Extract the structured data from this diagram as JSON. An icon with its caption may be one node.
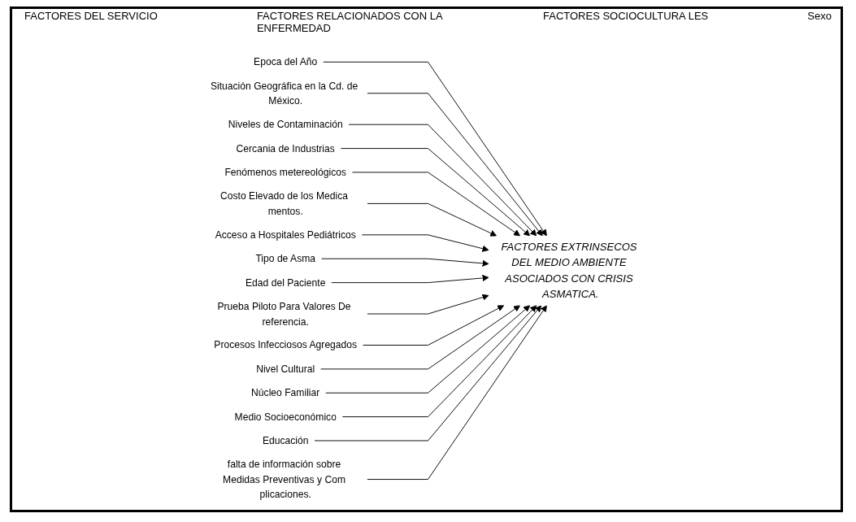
{
  "diagram": {
    "nodes": [
      {
        "text": [
          "Epoca del Año"
        ]
      },
      {
        "text": [
          "Tipo de Asma"
        ]
      },
      {
        "text": [
          "Nivel Cultural"
        ]
      },
      {
        "text": [
          "Situación Geográfica en la Cd. de México."
        ]
      },
      {
        "text": [
          "Edad del Paciente"
        ]
      },
      {
        "text": [
          "Núcleo Familiar"
        ]
      },
      {
        "text": [
          "Niveles de Contaminación"
        ]
      },
      {
        "text": [
          "Medio Socioeconómico"
        ]
      },
      {
        "text": [
          "Cercania de Industrias"
        ]
      },
      {
        "text": [
          "Educación"
        ]
      },
      {
        "text": [
          "FACTORES EXTRINSECOS DEL MEDIO AMBIENTE ASOCIADOS CON CRISIS ASMATICA."
        ]
      },
      {
        "text": [
          "Fenómenos metereológicos"
        ]
      },
      {
        "text": [
          "falta de información sobre Medidas Preventivas y Com plicaciones."
        ]
      },
      {
        "text": [
          "Costo Elevado de los Medica mentos."
        ]
      },
      {
        "text": [
          "Prueba Piloto Para Valores De referencia."
        ]
      },
      {
        "text": [
          "Acceso a Hospitales Pediátricos"
        ]
      },
      {
        "text": [
          "Procesos Infecciosos Agregados"
        ]
      }
    ],
    "edges": [
      {
        "from": 0,
        "to": 10,
        "arrow": "to"
      },
      {
        "from": 3,
        "to": 10,
        "arrow": "to"
      },
      {
        "from": 6,
        "to": 10,
        "arrow": "to"
      },
      {
        "from": 8,
        "to": 10,
        "arrow": "to"
      },
      {
        "from": 11,
        "to": 10,
        "arrow": "to"
      },
      {
        "from": 13,
        "to": 10,
        "arrow": "to"
      },
      {
        "from": 15,
        "to": 10,
        "arrow": "to"
      },
      {
        "from": 1,
        "to": 10,
        "arrow": "to"
      },
      {
        "from": 4,
        "to": 10,
        "arrow": "to"
      },
      {
        "from": 14,
        "to": 10,
        "arrow": "to"
      },
      {
        "from": 16,
        "to": 10,
        "arrow": "to"
      },
      {
        "from": 2,
        "to": 10,
        "arrow": "to"
      },
      {
        "from": 5,
        "to": 10,
        "arrow": "to"
      },
      {
        "from": 7,
        "to": 10,
        "arrow": "to"
      },
      {
        "from": 9,
        "to": 10,
        "arrow": "to"
      },
      {
        "from": 12,
        "to": 10,
        "arrow": "to"
      }
    ],
    "labels": [
      "FACTORES DEL SERVICIO",
      "FACTORES RELACIONADOS CON LA ENFERMEDAD",
      "FACTORES SOCIOCULTURA LES",
      "Sexo"
    ]
  }
}
